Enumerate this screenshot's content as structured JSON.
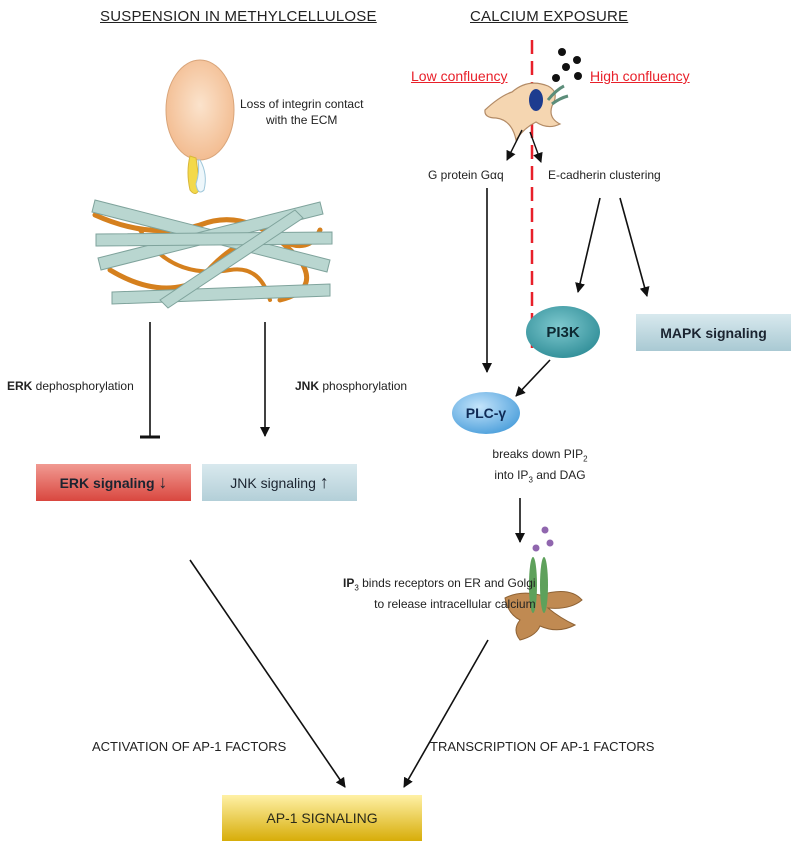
{
  "left": {
    "heading": "SUSPENSION IN METHYLCELLULOSE",
    "cell_label": [
      "Loss of integrin contact",
      "with the ECM"
    ],
    "erk_arrow": {
      "bold": "ERK",
      "rest": " dephosphorylation"
    },
    "jnk_arrow": {
      "bold": "JNK",
      "rest": " phosphorylation"
    },
    "erk_box": "ERK signaling",
    "erk_dir": "↓",
    "jnk_box": "JNK signaling",
    "jnk_dir": "↑",
    "activation": "ACTIVATION OF AP-1 FACTORS"
  },
  "right": {
    "heading": "CALCIUM EXPOSURE",
    "low_confluency": "Low confluency",
    "high_confluency": "High confluency",
    "g_protein": "G protein Gαq",
    "ecadherin": "E-cadherin clustering",
    "pi3k": "PI3K",
    "mapk": "MAPK signaling",
    "plc": "PLC-γ",
    "breaks": {
      "line1": "breaks down PIP",
      "sub1": "2",
      "line2a": "into IP",
      "sub2": "3",
      "line2b": " and DAG"
    },
    "ip3": {
      "prefix": "IP",
      "sub": "3",
      "line1": " binds receptors on ER and Golgi",
      "line2": "to release intracellular calcium"
    },
    "transcription": "TRANSCRIPTION OF AP-1 FACTORS"
  },
  "bottom": {
    "ap1": "AP-1 SIGNALING"
  },
  "colors": {
    "red_line": "#e8202a",
    "erk_box": "#e2675f",
    "jnk_box": "#c8dde4",
    "ap1_box": "#e5c21c",
    "pi3k": "#4ba8b1",
    "plc": "#6bb2e2",
    "fiber": "#b9d6d0",
    "strand": "#d5801e"
  }
}
